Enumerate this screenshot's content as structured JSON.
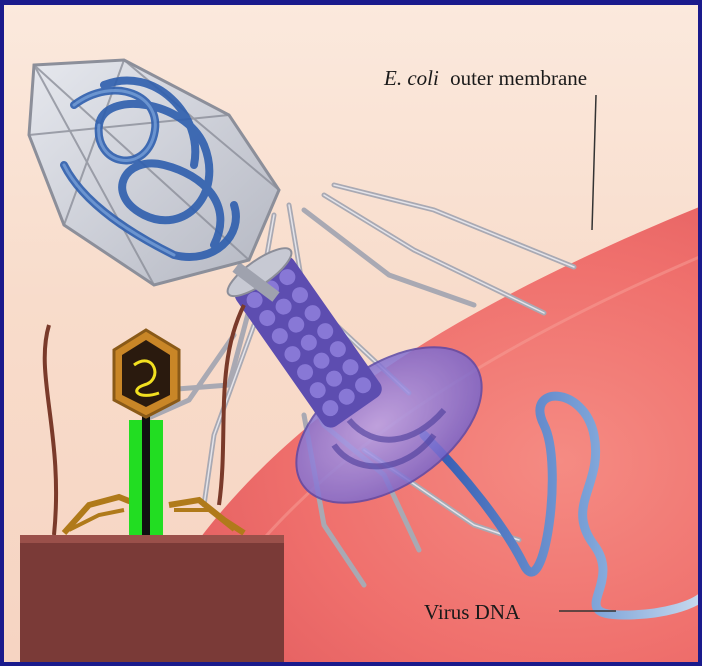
{
  "labels": {
    "membrane_italic": "E. coli",
    "membrane_rest": "outer membrane",
    "dna": "Virus DNA"
  },
  "colors": {
    "frame_border": "#1a1a8c",
    "background": "#f8dccb",
    "membrane": "#ee6d6a",
    "capsid": "#c9cbd3",
    "dna_coil": "#3a6fb5",
    "tail_sheath": "#6b59b8",
    "baseplate": "#8d7bd6",
    "tail_fiber": "#b7b7c0",
    "cartoon_head": "#c98627",
    "cartoon_tail": "#22dd22",
    "cartoon_base": "#7a3a37"
  }
}
